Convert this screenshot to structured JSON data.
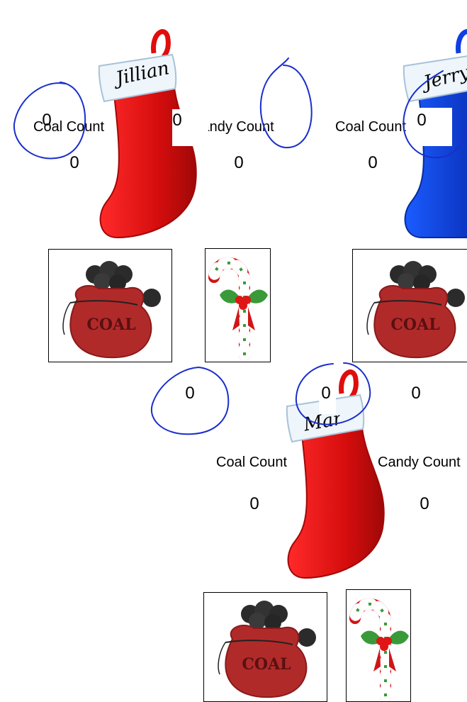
{
  "stockings": [
    {
      "name": "Jillian",
      "color": "#d90f0f",
      "coal_label": "Coal Count",
      "candy_label": "Candy Count",
      "coal_value": "0",
      "candy_value": "0",
      "coal_count_value": "0",
      "candy_count_value": "0"
    },
    {
      "name": "Jerry",
      "color": "#0f3fe0",
      "coal_label": "Coal Count",
      "coal_value": "0",
      "coal_count_value": "0"
    },
    {
      "name": "Marvin",
      "color": "#d90f0f",
      "coal_label": "Coal Count",
      "candy_label": "Candy Count",
      "coal_value": "0",
      "candy_value": "0",
      "coal_count_value": "0",
      "candy_count_value": "0",
      "extra_value": "0"
    }
  ],
  "coal_bag_text": "COAL",
  "ink_color": "#1a2ecc"
}
